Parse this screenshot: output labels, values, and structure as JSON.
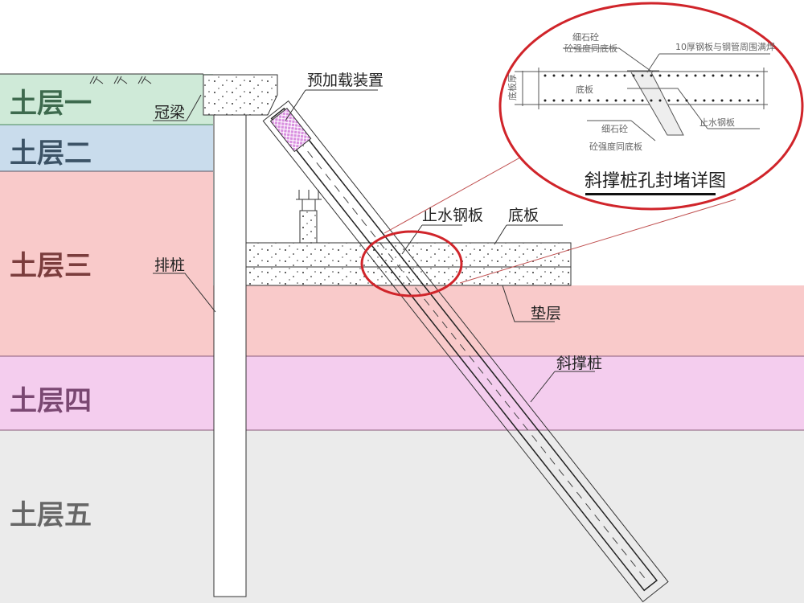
{
  "layers": [
    {
      "label": "土层一",
      "fill": "#cfead8",
      "text": "#3e6a4e"
    },
    {
      "label": "土层二",
      "fill": "#c9dcec",
      "text": "#3c5366"
    },
    {
      "label": "土层三",
      "fill": "#f9caca",
      "text": "#7b3d3d"
    },
    {
      "label": "土层四",
      "fill": "#f4cdee",
      "text": "#7a4872"
    },
    {
      "label": "土层五",
      "fill": "#ebebeb",
      "text": "#666666"
    }
  ],
  "labels": {
    "crown_beam": "冠梁",
    "preload_device": "预加载装置",
    "row_pile": "排桩",
    "waterstop_plate": "止水钢板",
    "floor_slab": "底板",
    "cushion": "垫层",
    "inclined_pile": "斜撑桩"
  },
  "detail": {
    "title": "斜撑桩孔封堵详图",
    "fine_concrete_top": "细石砼",
    "strength_top": "砼强度同底板",
    "weld_note": "10厚钢板与钢管周围满焊",
    "slab": "底板",
    "slab_thickness": "底板厚",
    "fine_concrete_bottom": "细石砼",
    "strength_bottom": "砼强度同底板",
    "waterstop": "止水钢板"
  },
  "colors": {
    "highlight": "#d0242a",
    "preload": "#d98ee0"
  }
}
